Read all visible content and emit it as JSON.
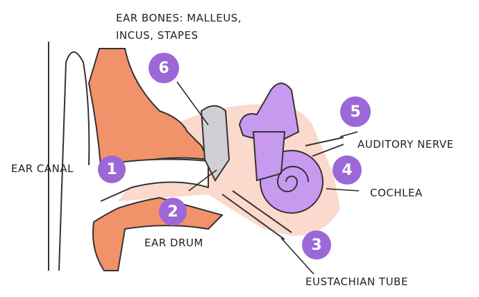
{
  "title_lines": [
    "EAR BONES: MALLEUS,",
    "INCUS, STAPES"
  ],
  "labels": {
    "ear_canal": "EAR CANAL",
    "ear_drum": "EAR DRUM",
    "auditory_nerve": "AUDITORY NERVE",
    "cochlea": "COCHLEA",
    "eustachian_tube": "EUSTACHIAN TUBE"
  },
  "badges": {
    "b1": "1",
    "b2": "2",
    "b3": "3",
    "b4": "4",
    "b5": "5",
    "b6": "6"
  },
  "colors": {
    "badge": "#9c68d8",
    "outer_ear": "#f2926a",
    "tissue": "#fbd9cc",
    "inner_ear": "#c79af0"
  }
}
